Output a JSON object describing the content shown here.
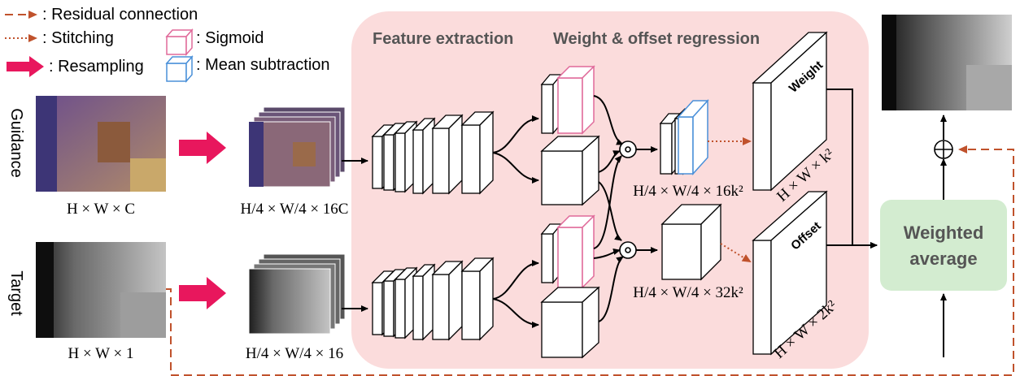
{
  "legend": {
    "residual": ": Residual connection",
    "stitching": ": Stitching",
    "resampling": ": Resampling",
    "sigmoid": ": Sigmoid",
    "mean_sub": ": Mean subtraction"
  },
  "headers": {
    "feature": "Feature extraction",
    "weight_offset": "Weight & offset regression"
  },
  "inputs": {
    "guidance": "Guidance",
    "target": "Target",
    "guidance_dim": "H × W × C",
    "target_dim": "H × W × 1"
  },
  "resampled": {
    "guidance_dim": "H/4 × W/4 × 16C",
    "target_dim": "H/4 × W/4 × 16"
  },
  "regression": {
    "weight_dim": "H/4 × W/4 × 16k²",
    "offset_dim": "H/4 × W/4 × 32k²"
  },
  "outputs": {
    "weight_title": "Weight",
    "offset_title": "Offset",
    "weight_dim": "H × W × k²",
    "offset_dim": "H × W × 2k²"
  },
  "weighted_average": {
    "line1": "Weighted",
    "line2": "average"
  },
  "colors": {
    "pink_region": "#fbdcdc",
    "resampling": "#e8175d",
    "residual": "#c0522c",
    "sigmoid": "#e06a9a",
    "mean_sub": "#4a90d9",
    "weighted_avg_fill": "#d3ecd0"
  },
  "icons": {
    "dot_product": "circled-dot-icon",
    "add": "circled-plus-icon"
  }
}
